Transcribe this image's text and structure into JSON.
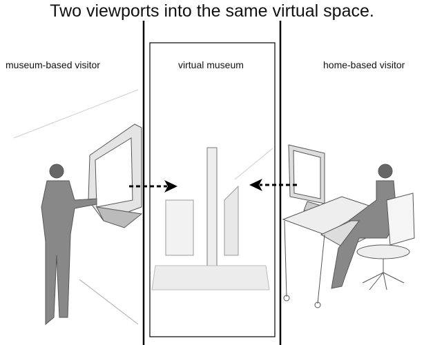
{
  "title": "Two viewports into the same virtual space.",
  "labels": {
    "left": "museum-based visitor",
    "center": "virtual museum",
    "right": "home-based visitor"
  },
  "arrows": [
    {
      "from": "museum-based visitor",
      "to": "virtual museum"
    },
    {
      "from": "home-based visitor",
      "to": "virtual museum"
    }
  ]
}
